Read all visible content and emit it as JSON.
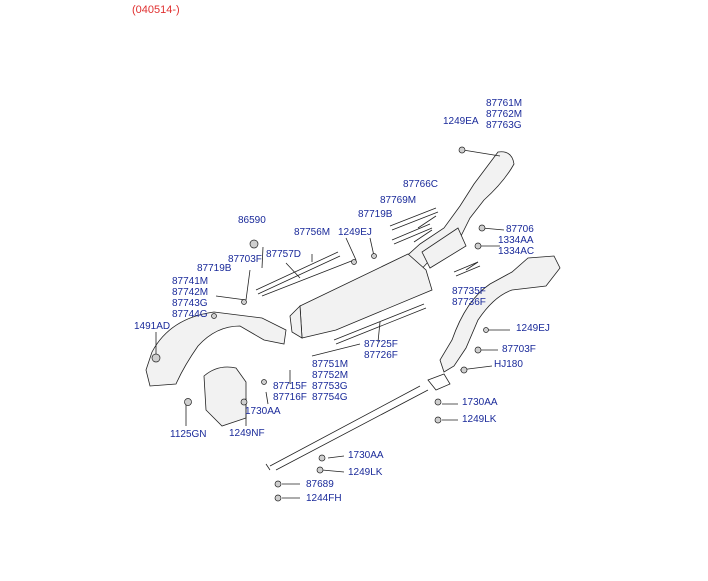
{
  "colors": {
    "label": "#1a2a9a",
    "header": "#e03030",
    "line": "#222222",
    "part": "#f2f2f2"
  },
  "header": {
    "date_code": "(040514-)"
  },
  "labels": {
    "l87761": [
      "87761M",
      "87762M",
      "87763G"
    ],
    "l1249ea": [
      "1249EA"
    ],
    "l87766c": [
      "87766C"
    ],
    "l87769m": [
      "87769M"
    ],
    "l87719b_r": [
      "87719B"
    ],
    "l87706": [
      "87706"
    ],
    "l1334": [
      "1334AA",
      "1334AC"
    ],
    "l86590": [
      "86590"
    ],
    "l87756m": [
      "87756M"
    ],
    "l1249ej_t": [
      "1249EJ"
    ],
    "l87703f_l": [
      "87703F"
    ],
    "l87757d": [
      "87757D"
    ],
    "l87719b_l": [
      "87719B"
    ],
    "l87741": [
      "87741M",
      "87742M",
      "87743G",
      "87744G"
    ],
    "l87735": [
      "87735F",
      "87736F"
    ],
    "l1491ad": [
      "1491AD"
    ],
    "l1249ej_r": [
      "1249EJ"
    ],
    "l87725": [
      "87725F",
      "87726F"
    ],
    "l87703f_r": [
      "87703F"
    ],
    "l87751": [
      "87751M",
      "87752M",
      "87753G",
      "87754G"
    ],
    "lhj180": [
      "HJ180"
    ],
    "l87715": [
      "87715F",
      "87716F"
    ],
    "l1730aa_r": [
      "1730AA"
    ],
    "l1730aa_l": [
      "1730AA"
    ],
    "l1249lk_r": [
      "1249LK"
    ],
    "l1125gn": [
      "1125GN"
    ],
    "l1249nf": [
      "1249NF"
    ],
    "l1730aa_b": [
      "1730AA"
    ],
    "l1249lk_b": [
      "1249LK"
    ],
    "l87689": [
      "87689"
    ],
    "l1244fh": [
      "1244FH"
    ]
  }
}
